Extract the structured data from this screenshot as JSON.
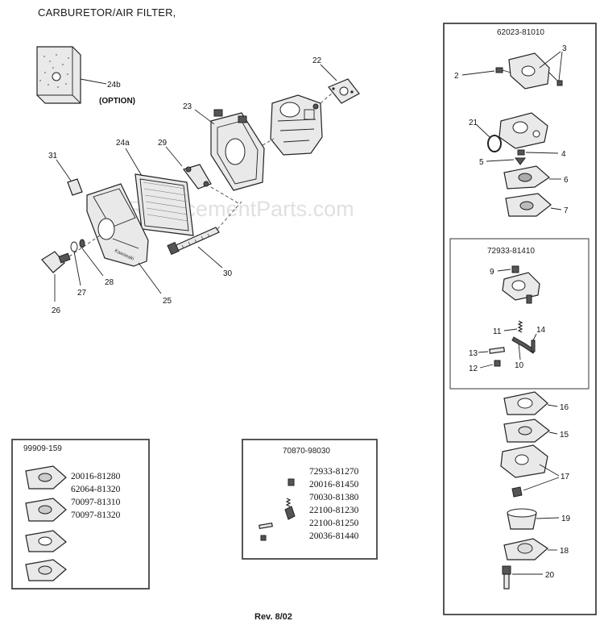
{
  "title": "CARBURETOR/AIR FILTER,",
  "watermark": "eReplacementParts.com",
  "revision": "Rev. 8/02",
  "option_label": "(OPTION)",
  "callouts": {
    "c24b": "24b",
    "c22": "22",
    "c23": "23",
    "c24a": "24a",
    "c29": "29",
    "c31": "31",
    "c30": "30",
    "c28": "28",
    "c27": "27",
    "c26": "26",
    "c25": "25"
  },
  "carb_kit": {
    "title": "62023-81010",
    "callouts": [
      "2",
      "3",
      "21",
      "4",
      "5",
      "6",
      "7",
      "16",
      "15",
      "17",
      "19",
      "18",
      "20"
    ]
  },
  "inner_kit": {
    "title": "72933-81410",
    "callouts": [
      "9",
      "11",
      "14",
      "13",
      "10",
      "12"
    ]
  },
  "gasket_kit": {
    "title": "99909-159",
    "parts": [
      "20016-81280",
      "62064-81320",
      "70097-81310",
      "70097-81320"
    ]
  },
  "needle_kit": {
    "title": "70870-98030",
    "parts": [
      "72933-81270",
      "20016-81450",
      "70030-81380",
      "22100-81230",
      "22100-81250",
      "20036-81440"
    ]
  }
}
